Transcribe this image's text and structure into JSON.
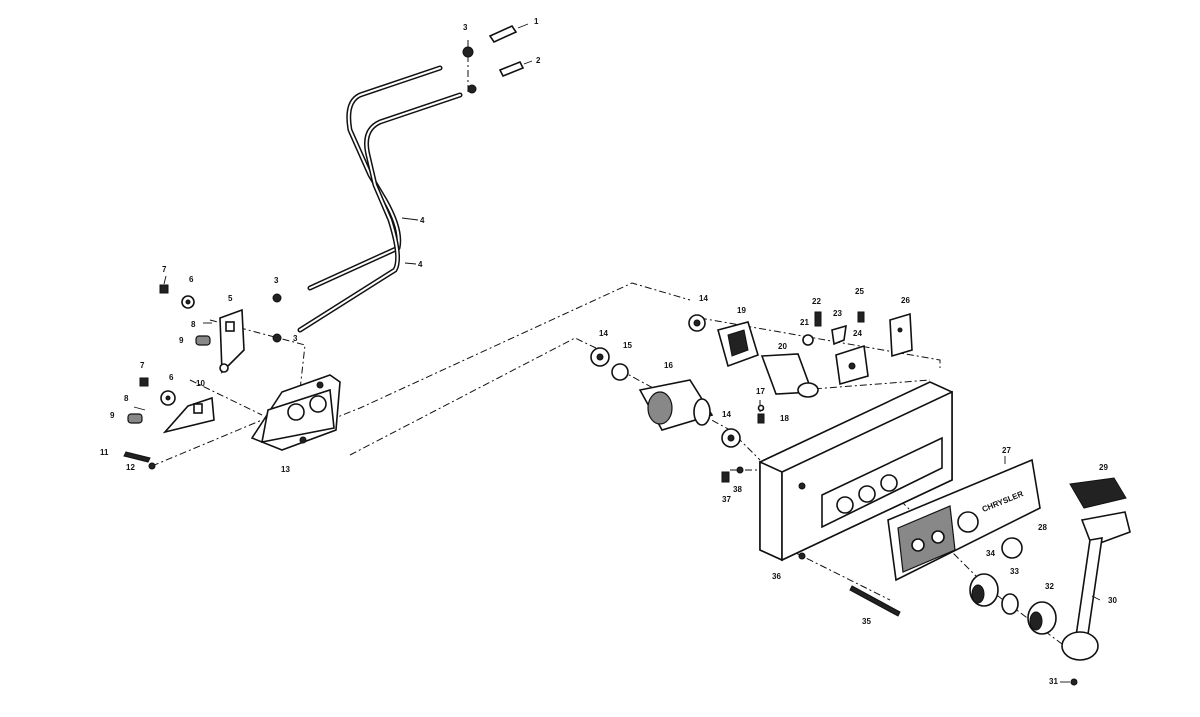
{
  "diagram": {
    "labels": {
      "p1": "1",
      "p2": "2",
      "p3a": "3",
      "p3b": "3",
      "p3c": "3",
      "p4a": "4",
      "p4b": "4",
      "p5": "5",
      "p6a": "6",
      "p6b": "6",
      "p7a": "7",
      "p7b": "7",
      "p8a": "8",
      "p8b": "8",
      "p9a": "9",
      "p9b": "9",
      "p10": "10",
      "p11": "11",
      "p12": "12",
      "p13": "13",
      "p14a": "14",
      "p14b": "14",
      "p14c": "14",
      "p15": "15",
      "p16": "16",
      "p17": "17",
      "p18": "18",
      "p19": "19",
      "p20": "20",
      "p21": "21",
      "p22": "22",
      "p23": "23",
      "p24": "24",
      "p25": "25",
      "p26": "26",
      "p27": "27",
      "p28": "28",
      "p29": "29",
      "p30": "30",
      "p31": "31",
      "p32": "32",
      "p33": "33",
      "p34": "34",
      "p35": "35",
      "p36": "36",
      "p37": "37",
      "p38": "38"
    },
    "plate_text": "CHRYSLER"
  }
}
